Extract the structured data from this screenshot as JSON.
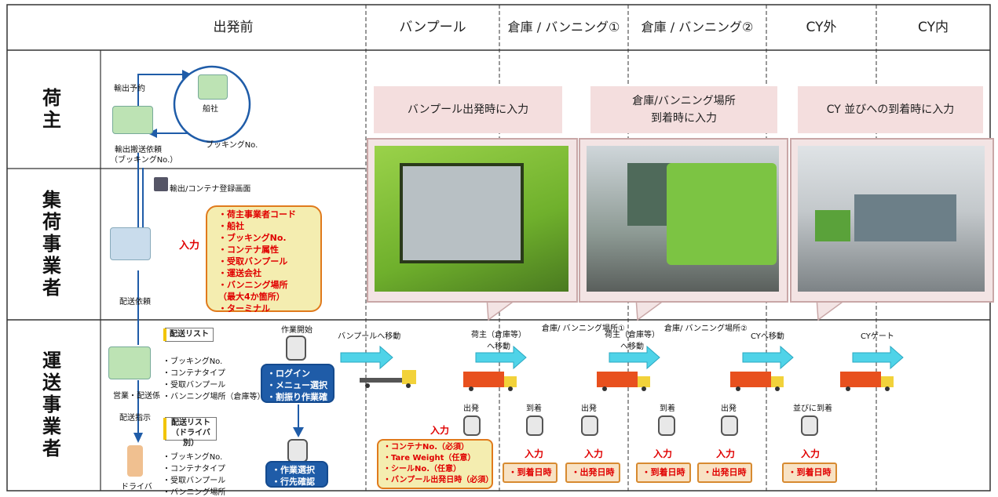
{
  "headers": {
    "pre_departure": "出発前",
    "van_pool": "バンプール",
    "warehouse1": "倉庫 / バンニング①",
    "warehouse2": "倉庫 / バンニング②",
    "cy_outside": "CY外",
    "cy_inside": "CY内"
  },
  "roles": {
    "shipper": "荷主",
    "consolidator": "集荷事業者",
    "transporter": "運送事業者"
  },
  "shipper": {
    "export_reservation": "輸出予約",
    "shipping_company": "船社",
    "booking_no": "ブッキングNo.",
    "export_request_line1": "輸出搬送依頼",
    "export_request_line2": "（ブッキングNo.）"
  },
  "consolidator": {
    "screen_label": "輸出/コンテナ登録画面",
    "input_label": "入力",
    "items": [
      "・荷主事業者コード",
      "・船社",
      "・ブッキングNo.",
      "・コンテナ属性",
      "・受取バンプール",
      "・運送会社",
      "・バンニング場所",
      "（最大4か箇所）",
      "・ターミナル"
    ],
    "delivery_request": "配送依頼"
  },
  "callouts": {
    "van_pool": "バンプール出発時に入力",
    "warehouse_line1": "倉庫/バンニング場所",
    "warehouse_line2": "到着時に入力",
    "cy": "CY 並びへの到着時に入力"
  },
  "transporter": {
    "list1_title": "配送リスト",
    "list1_items": [
      "・ブッキングNo.",
      "・コンテナタイプ",
      "・受取バンプール",
      "・バンニング場所（倉庫等）"
    ],
    "sales_delivery": "営業・配送係",
    "delivery_instruction": "配送指示",
    "list2_title_line1": "配送リスト",
    "list2_title_line2": "（ドライバ別）",
    "list2_items": [
      "・ブッキングNo.",
      "・コンテナタイプ",
      "・受取バンプール",
      "・バンニング場所"
    ],
    "driver": "ドライバ",
    "work_start": "作業開始",
    "login_box": [
      "・ログイン",
      "・メニュー選択",
      "・割振り作業確認"
    ],
    "work_select_box": [
      "・作業選択",
      "・行先確認"
    ],
    "move_van_pool": "バンプールへ移動",
    "move_shipper_line1": "荷主（倉庫等）",
    "move_shipper_line2": "へ移動",
    "move_cy": "CYへ移動",
    "cy_gate": "CYゲート",
    "warehouse_label1": "倉庫/ バンニング場所①",
    "warehouse_label2": "倉庫/ バンニング場所②",
    "depart": "出発",
    "arrive": "到着",
    "line_up_arrive": "並びに到着",
    "input": "入力",
    "departure_items": [
      "・コンテナNo.（必須）",
      "・Tare Weight（任意）",
      "・シールNo.（任意）",
      "・バンプール出発日時（必須）"
    ],
    "arrival_time": "・到着日時",
    "departure_time": "・出発日時"
  },
  "colors": {
    "pink": "#f4dede",
    "red": "#e00000",
    "blue": "#1f5ca8",
    "truck_orange": "#e8501e",
    "arrow_cyan": "#4fd3e8"
  }
}
